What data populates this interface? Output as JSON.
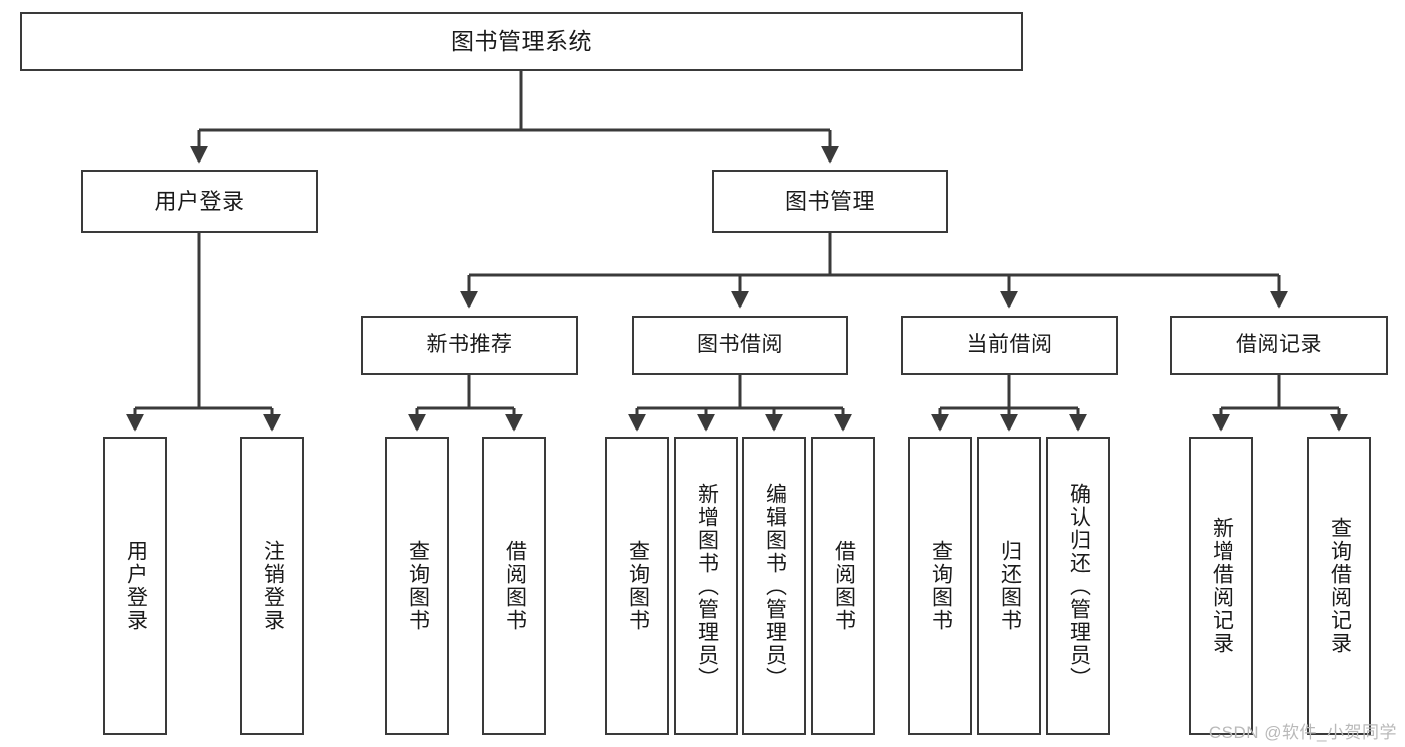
{
  "diagram": {
    "title": "图书管理系统",
    "type": "tree-hierarchy-chart",
    "colors": {
      "box_border": "#3a3a3a",
      "box_fill": "#ffffff",
      "connector": "#3a3a3a",
      "text": "#1a1a1a",
      "watermark": "#b9b9b9",
      "background": "#ffffff"
    },
    "root": {
      "label": "图书管理系统"
    },
    "level2": [
      {
        "label": "用户登录"
      },
      {
        "label": "图书管理"
      }
    ],
    "level3": [
      {
        "label": "新书推荐"
      },
      {
        "label": "图书借阅"
      },
      {
        "label": "当前借阅"
      },
      {
        "label": "借阅记录"
      }
    ],
    "leaves": {
      "user_login": [
        {
          "label": "用户登录"
        },
        {
          "label": "注销登录"
        }
      ],
      "new_book_recommend": [
        {
          "label": "查询图书"
        },
        {
          "label": "借阅图书"
        }
      ],
      "book_borrow": [
        {
          "label": "查询图书"
        },
        {
          "label": "新增图书（管理员）"
        },
        {
          "label": "编辑图书（管理员）"
        },
        {
          "label": "借阅图书"
        }
      ],
      "current_borrow": [
        {
          "label": "查询图书"
        },
        {
          "label": "归还图书"
        },
        {
          "label": "确认归还（管理员）"
        }
      ],
      "borrow_record": [
        {
          "label": "新增借阅记录"
        },
        {
          "label": "查询借阅记录"
        }
      ]
    },
    "watermark": "CSDN @软件_小贺同学"
  }
}
